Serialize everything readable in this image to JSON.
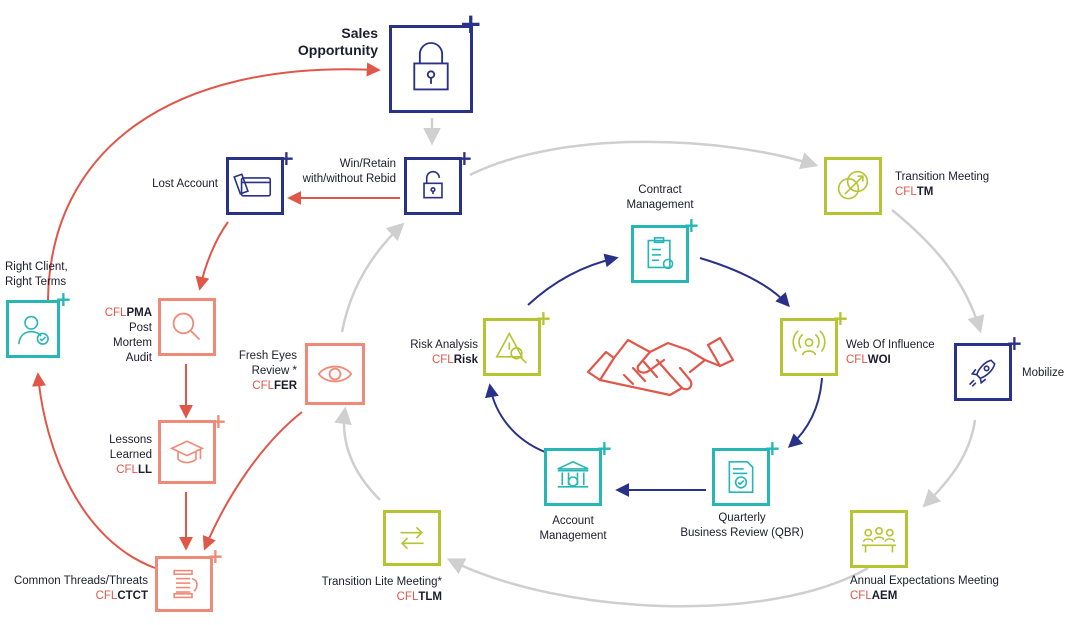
{
  "colors": {
    "navy": "#2a3188",
    "coral": "#ef8a78",
    "red_arrow": "#e0574a",
    "teal": "#27b6b6",
    "lime": "#b5c431",
    "grey_arrow": "#cfcfcf"
  },
  "nodes": {
    "sales_opportunity": {
      "title_line1": "Sales",
      "title_line2": "Opportunity",
      "icon": "lock-icon"
    },
    "win_retain": {
      "line1": "Win/Retain",
      "line2": "with/without Rebid",
      "icon": "unlock-icon"
    },
    "lost_account": {
      "label": "Lost Account",
      "icon": "credit-card-icon"
    },
    "right_client": {
      "line1": "Right Client,",
      "line2": "Right Terms",
      "icon": "user-check-icon"
    },
    "pma": {
      "prefix": "CFL",
      "suffix": "PMA",
      "line1": "Post Mortem",
      "line2": "Audit",
      "icon": "magnifier-icon"
    },
    "lessons": {
      "line1": "Lessons",
      "line2": "Learned",
      "prefix": "CFL",
      "suffix": "LL",
      "icon": "graduation-cap-icon"
    },
    "ctct": {
      "label": "Common Threads/Threats",
      "prefix": "CFL",
      "suffix": "CTCT",
      "icon": "thread-spool-icon"
    },
    "fer": {
      "line1": "Fresh Eyes",
      "line2": "Review *",
      "prefix": "CFL",
      "suffix": "FER",
      "icon": "eye-icon"
    },
    "tlm": {
      "label": "Transition Lite Meeting*",
      "prefix": "CFL",
      "suffix": "TLM",
      "icon": "swap-arrows-icon"
    },
    "tm": {
      "label": "Transition Meeting",
      "prefix": "CFL",
      "suffix": "TM",
      "icon": "circles-arrow-icon"
    },
    "mobilize": {
      "label": "Mobilize",
      "icon": "rocket-icon"
    },
    "aem": {
      "label": "Annual Expectations Meeting",
      "prefix": "CFL",
      "suffix": "AEM",
      "icon": "meeting-table-icon"
    },
    "contract": {
      "line1": "Contract",
      "line2": "Management",
      "icon": "clipboard-icon"
    },
    "woi": {
      "label": "Web Of Influence",
      "prefix": "CFL",
      "suffix": "WOI",
      "icon": "broadcast-person-icon"
    },
    "qbr": {
      "line1": "Quarterly",
      "line2": "Business Review (QBR)",
      "icon": "document-check-icon"
    },
    "account_mgmt": {
      "line1": "Account",
      "line2": "Management",
      "icon": "bank-icon"
    },
    "risk": {
      "label": "Risk Analysis",
      "prefix": "CFL",
      "suffix": "Risk",
      "icon": "warning-magnifier-icon"
    }
  },
  "center_icon": "handshake-icon",
  "plus_glyph": "+"
}
